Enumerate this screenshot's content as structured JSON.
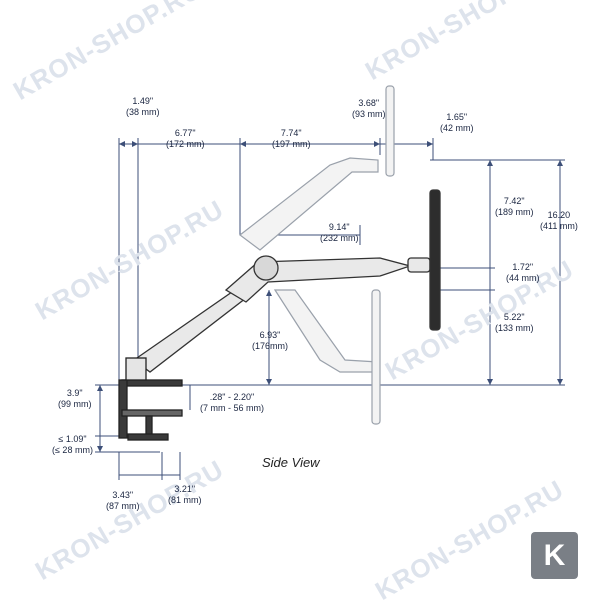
{
  "caption": "Side View",
  "watermark": "KRON-SHOP.RU",
  "logo_letter": "K",
  "dimensions": {
    "d1": {
      "in": "1.49\"",
      "mm": "(38 mm)"
    },
    "d2": {
      "in": "6.77\"",
      "mm": "(172 mm)"
    },
    "d3": {
      "in": "7.74\"",
      "mm": "(197 mm)"
    },
    "d4": {
      "in": "3.68\"",
      "mm": "(93 mm)"
    },
    "d5": {
      "in": "1.65\"",
      "mm": "(42 mm)"
    },
    "d6": {
      "in": "7.42\"",
      "mm": "(189 mm)"
    },
    "d7": {
      "in": "16.20",
      "mm": "(411 mm)"
    },
    "d8": {
      "in": "9.14\"",
      "mm": "(232 mm)"
    },
    "d9": {
      "in": "1.72\"",
      "mm": "(44 mm)"
    },
    "d10": {
      "in": "5.22\"",
      "mm": "(133 mm)"
    },
    "d11": {
      "in": "6.93\"",
      "mm": "(176mm)"
    },
    "d12": {
      "in": "3.9\"",
      "mm": "(99 mm)"
    },
    "d13": {
      "in": ".28\" - 2.20\"",
      "mm": "(7 mm - 56 mm)"
    },
    "d14": {
      "in": "≤ 1.09\"",
      "mm": "(≤ 28 mm)"
    },
    "d15": {
      "in": "3.43\"",
      "mm": "(87 mm)"
    },
    "d16": {
      "in": "3.21\"",
      "mm": "(81 mm)"
    }
  },
  "colors": {
    "line": "#3d4f78",
    "arm": "#4a4a4a",
    "watermark": "#dde3ec",
    "logo": "#7a7f86"
  }
}
